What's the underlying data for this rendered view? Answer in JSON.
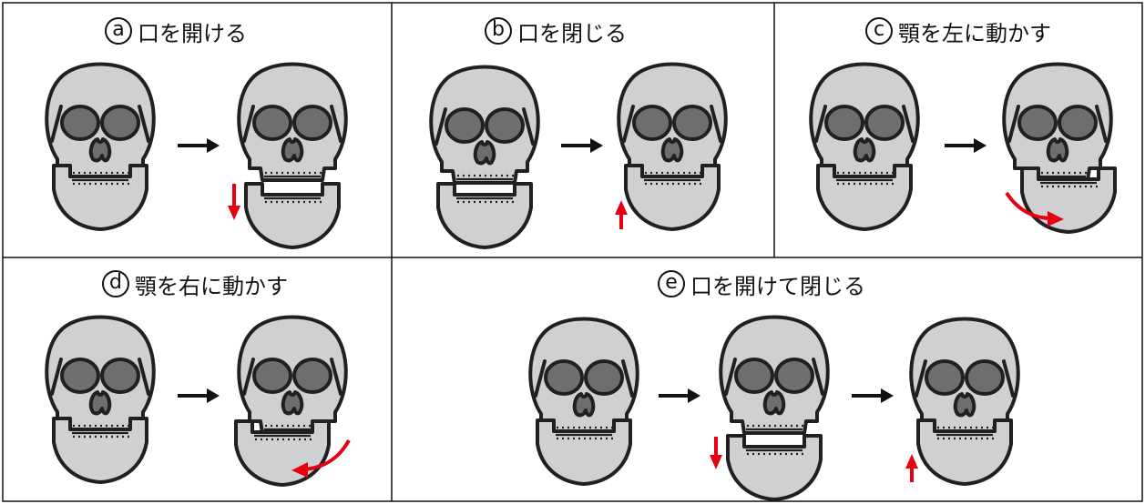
{
  "panels": [
    {
      "letter": "a",
      "title": "口を開ける"
    },
    {
      "letter": "b",
      "title": "口を閉じる"
    },
    {
      "letter": "c",
      "title": "顎を左に動かす"
    },
    {
      "letter": "d",
      "title": "顎を右に動かす"
    },
    {
      "letter": "e",
      "title": "口を開けて閉じる"
    }
  ],
  "colors": {
    "bone": "#cfd0d2",
    "socket": "#6d6e70",
    "outline": "#231f20",
    "motion_arrow": "#e60012",
    "sequence_arrow": "#111111"
  },
  "icons": {
    "skull": "skull-icon",
    "sequence_arrow": "arrow-right-icon",
    "motion_down": "arrow-down-icon",
    "motion_up": "arrow-up-icon",
    "motion_curve": "curved-arrow-icon"
  }
}
